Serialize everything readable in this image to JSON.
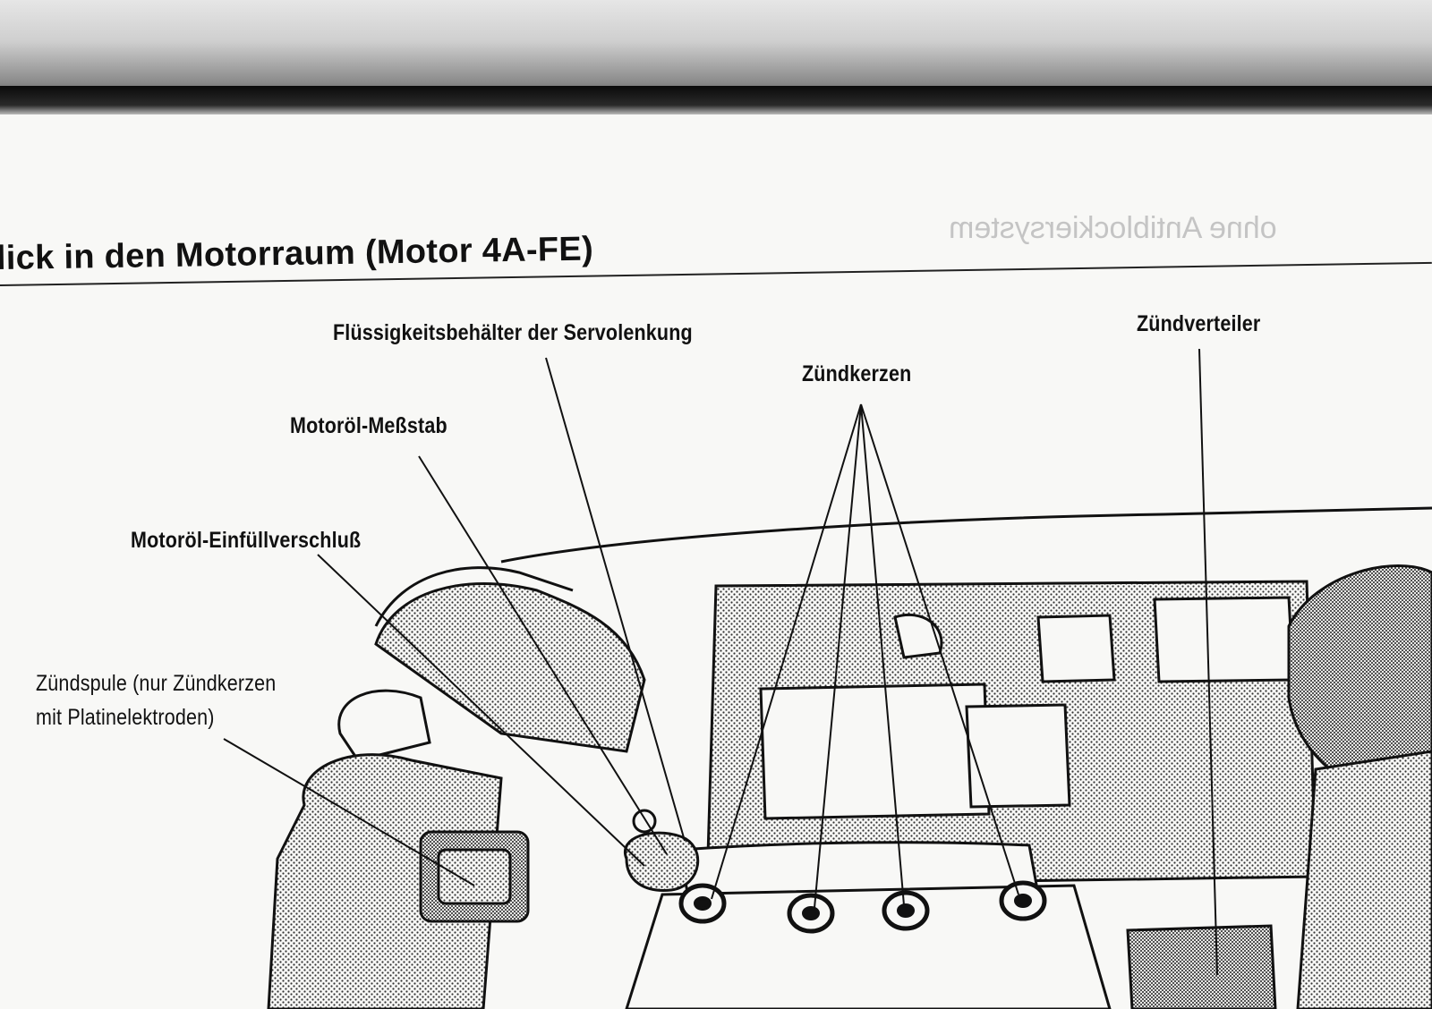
{
  "page": {
    "title": "lick in den Motorraum (Motor 4A-FE)"
  },
  "labels": {
    "power_steering_reservoir": "Flüssigkeitsbehälter der Servolenkung",
    "spark_plugs": "Zündkerzen",
    "distributor": "Zündverteiler",
    "oil_dipstick": "Motoröl-Meßstab",
    "oil_filler_cap": "Motoröl-Einfüllverschluß",
    "ignition_coil_line1": "Zündspule (nur Zündkerzen",
    "ignition_coil_line2": "mit Platinelektroden)"
  },
  "show_through_text": {
    "reverse_heading": "ohne Antiblockiersystem"
  },
  "colors": {
    "ink": "#111111",
    "paper": "#f8f8f6",
    "show_through": "#c4c4c4"
  }
}
